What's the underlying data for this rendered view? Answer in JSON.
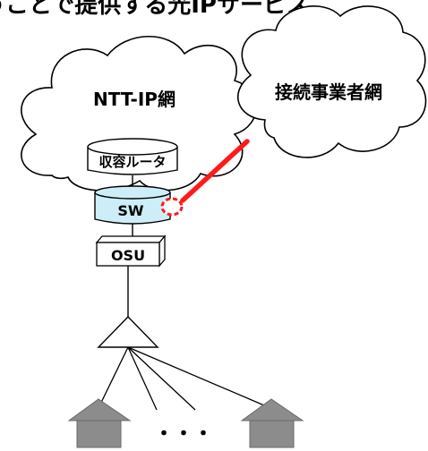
{
  "header": {
    "title_fragment": "うことで提供する光IPサービス"
  },
  "network": {
    "ntt_cloud_label": "NTT-IP網",
    "provider_cloud_label": "接続事業者網"
  },
  "equipment": {
    "router_label": "収容ルータ",
    "switch_label": "SW",
    "osu_label": "OSU"
  },
  "access": {
    "ellipsis": "・・・"
  },
  "colors": {
    "connection_line": "#ff1a1a",
    "connection_port_marker": "#ff1a1a",
    "switch_fill": "#cdeef8",
    "house_fill": "#8c8c8c"
  }
}
